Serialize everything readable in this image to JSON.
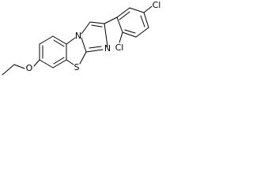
{
  "molecule": {
    "atoms": {
      "n": "N",
      "s": "S",
      "o": "O",
      "n2": "N",
      "cl_para": "Cl",
      "cl_ortho": "Cl"
    }
  }
}
